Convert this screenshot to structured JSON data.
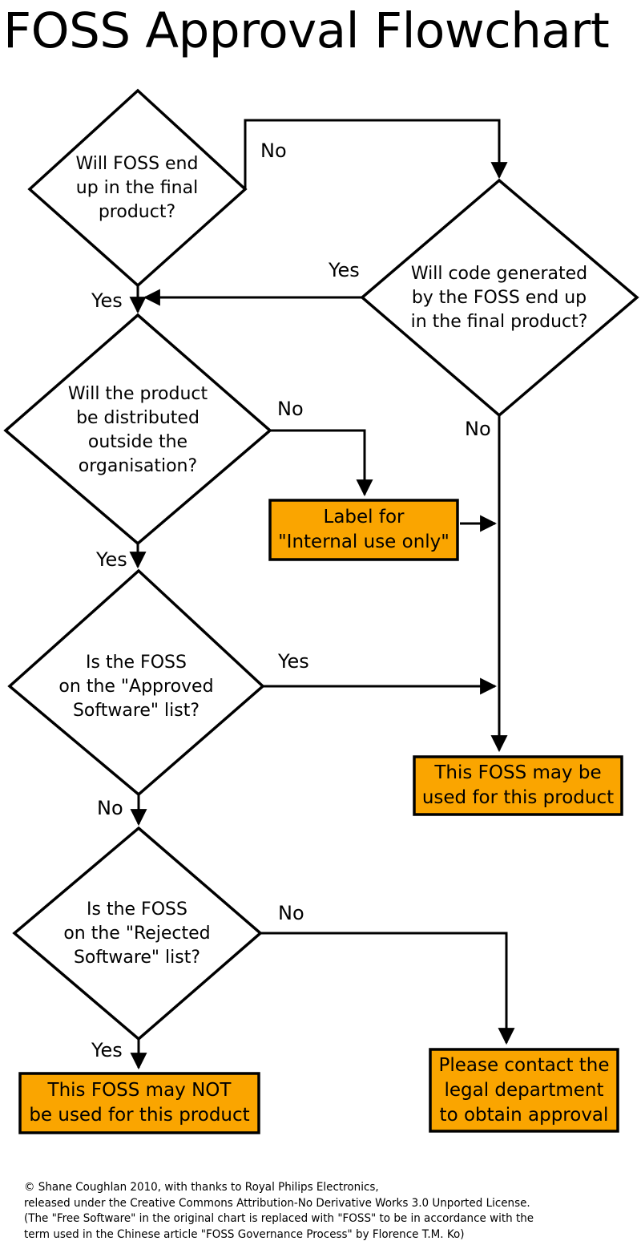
{
  "title": "FOSS Approval Flowchart",
  "colors": {
    "result_box_fill": "#FAA500",
    "line": "#000000",
    "background": "#FFFFFF",
    "text": "#000000"
  },
  "nodes": {
    "will_foss_end_up": {
      "type": "decision",
      "text": "Will FOSS end\nup in the final\nproduct?"
    },
    "will_code_end_up": {
      "type": "decision",
      "text": "Will code generated\nby the FOSS end up\nin the final product?"
    },
    "distributed_outside": {
      "type": "decision",
      "text": "Will the product\nbe distributed\noutside the\norganisation?"
    },
    "approved_list": {
      "type": "decision",
      "text": "Is the FOSS\non the \"Approved\nSoftware\" list?"
    },
    "rejected_list": {
      "type": "decision",
      "text": "Is the FOSS\non the \"Rejected\nSoftware\" list?"
    },
    "internal_use_label": {
      "type": "result",
      "text": "Label for\n\"Internal use only\""
    },
    "may_be_used": {
      "type": "result",
      "text": "This FOSS may be\nused for this product"
    },
    "may_not_be_used": {
      "type": "result",
      "text": "This FOSS may NOT\nbe used for this product"
    },
    "contact_legal": {
      "type": "result",
      "text": "Please contact the\nlegal department\nto obtain approval"
    }
  },
  "edge_labels": {
    "d1_no": "No",
    "d1_yes": "Yes",
    "d2_yes": "Yes",
    "d2_no": "No",
    "d3_no": "No",
    "d3_yes": "Yes",
    "d4_yes": "Yes",
    "d4_no": "No",
    "d5_no": "No",
    "d5_yes": "Yes"
  },
  "footer": {
    "lines": [
      "© Shane Coughlan 2010, with thanks to Royal Philips Electronics,",
      "released under the Creative Commons Attribution-No Derivative Works 3.0 Unported License.",
      "(The \"Free Software\" in the original chart is replaced with \"FOSS\" to be in accordance with the",
      "term used in the Chinese article \"FOSS Governance Process\" by Florence T.M. Ko)"
    ]
  }
}
